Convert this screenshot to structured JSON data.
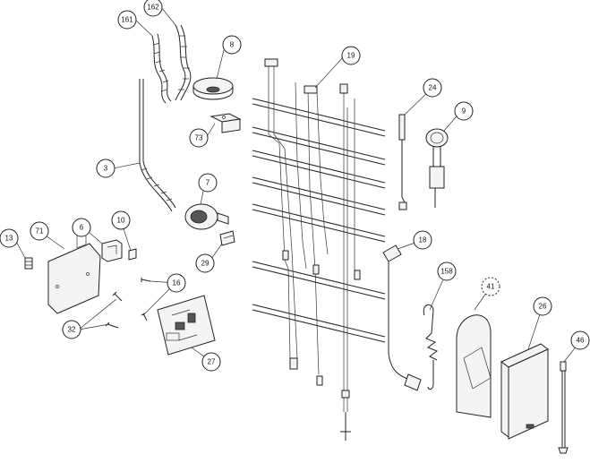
{
  "diagram": {
    "callouts": [
      {
        "id": "c161",
        "label": "161"
      },
      {
        "id": "c162",
        "label": "162"
      },
      {
        "id": "c8",
        "label": "8"
      },
      {
        "id": "c19",
        "label": "19"
      },
      {
        "id": "c73",
        "label": "73"
      },
      {
        "id": "c24",
        "label": "24"
      },
      {
        "id": "c9",
        "label": "9"
      },
      {
        "id": "c3",
        "label": "3"
      },
      {
        "id": "c7",
        "label": "7"
      },
      {
        "id": "c10",
        "label": "10"
      },
      {
        "id": "c6",
        "label": "6"
      },
      {
        "id": "c71",
        "label": "71"
      },
      {
        "id": "c13",
        "label": "13"
      },
      {
        "id": "c29",
        "label": "29"
      },
      {
        "id": "c18",
        "label": "18"
      },
      {
        "id": "c158",
        "label": "158"
      },
      {
        "id": "c41",
        "label": "41"
      },
      {
        "id": "c26",
        "label": "26"
      },
      {
        "id": "c16",
        "label": "16"
      },
      {
        "id": "c32",
        "label": "32"
      },
      {
        "id": "c27",
        "label": "27"
      },
      {
        "id": "c46",
        "label": "46"
      }
    ]
  }
}
